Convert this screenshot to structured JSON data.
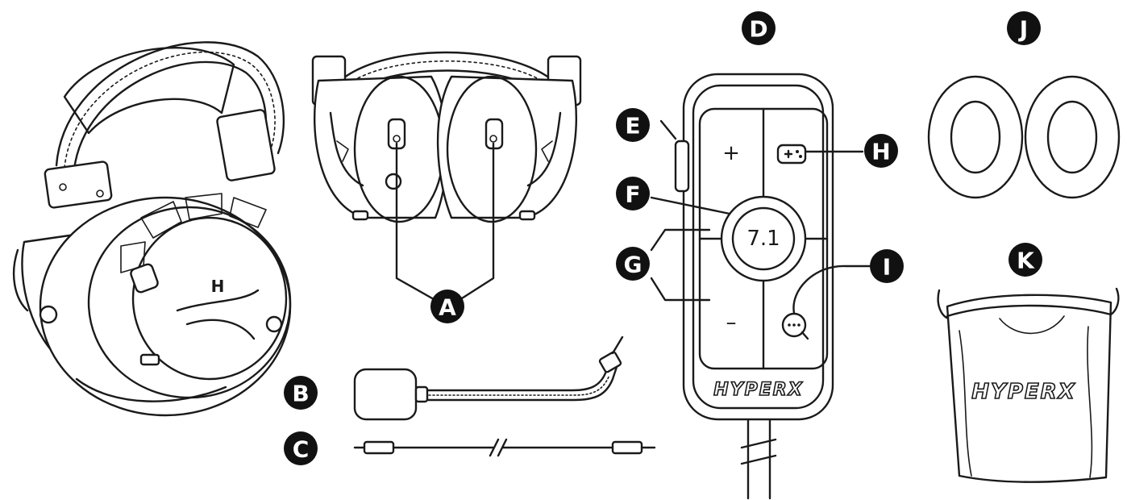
{
  "labels": {
    "A": "A",
    "B": "B",
    "C": "C",
    "D": "D",
    "E": "E",
    "F": "F",
    "G": "G",
    "H": "H",
    "I": "I",
    "J": "J",
    "K": "K"
  },
  "control": {
    "surround_label": "7.1",
    "volume_up": "+",
    "volume_down": "–",
    "logo": "HYPERX"
  },
  "pouch": {
    "logo": "HYPERX"
  }
}
